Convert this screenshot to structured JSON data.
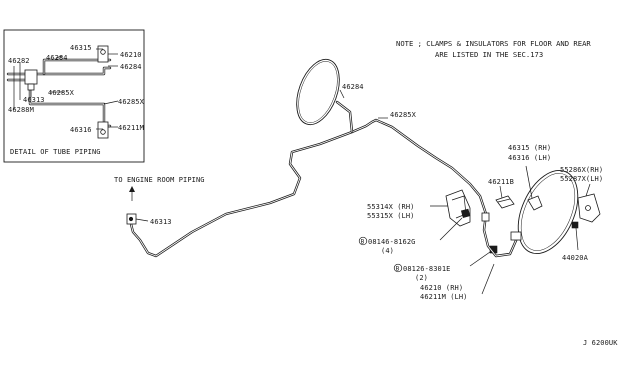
{
  "note": {
    "line1": "NOTE ; CLAMPS & INSULATORS FOR FLOOR AND REAR",
    "line2": "ARE LISTED IN THE SEC.173"
  },
  "detail": {
    "title": "DETAIL OF TUBE PIPING",
    "labels": {
      "p46315": "46315",
      "p46210": "46210",
      "p46282": "46282",
      "p46284a": "46284",
      "p46284b": "46284",
      "p46313": "46313",
      "p46288m": "46288M",
      "p46285x": "46285X",
      "p46285x_r": "46285X",
      "p46316": "46316",
      "p46211m": "46211M"
    }
  },
  "main": {
    "engine_room": "TO ENGINE ROOM PIPING",
    "labels": {
      "p46313": "46313",
      "p46284": "46284",
      "p46285x": "46285X",
      "p46211b": "46211B",
      "p46315": "46315 (RH)",
      "p46316": "46316 (LH)",
      "p55286": "55286X(RH)",
      "p55287": "55287X(LH)",
      "p55314": "55314X (RH)",
      "p55315": "55315X (LH)",
      "bolt1": "08146-8162G",
      "bolt1_qty": "(4)",
      "bolt2": "08126-8301E",
      "bolt2_qty": "(2)",
      "p46210": "46210  (RH)",
      "p46211m": "46211M (LH)",
      "p44020": "44020A",
      "code": "J 6200UK"
    },
    "circled_letters": {
      "b1": "B",
      "b2": "B"
    }
  }
}
